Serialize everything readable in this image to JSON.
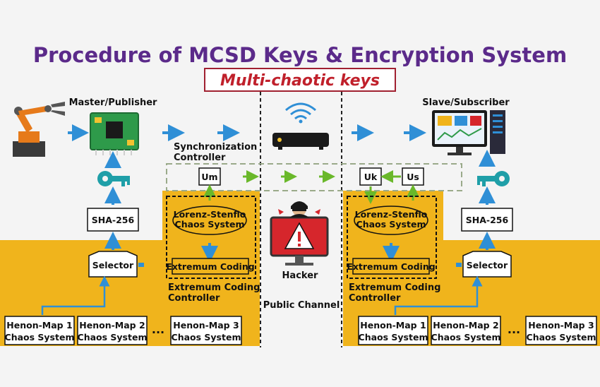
{
  "title": "Procedure of MCSD Keys & Encryption System",
  "subtitle": "Multi-chaotic keys",
  "master": {
    "label": "Master/Publisher",
    "sync_label_1": "Synchronization",
    "sync_label_2": "Controller",
    "um": "Um",
    "sha": "SHA-256",
    "selector": "Selector",
    "lorenz_1": "Lorenz-Stenflo",
    "lorenz_2": "Chaos System",
    "extremum": "Extremum Coding",
    "ext_ctrl_1": "Extremum Coding",
    "ext_ctrl_2": "Controller",
    "henon1_1": "Henon-Map 1",
    "henon1_2": "Chaos System",
    "henon2_1": "Henon-Map 2",
    "henon2_2": "Chaos System",
    "dots": "...",
    "henon3_1": "Henon-Map 3",
    "henon3_2": "Chaos System"
  },
  "slave": {
    "label": "Slave/Subscriber",
    "uk": "Uk",
    "us": "Us",
    "sha": "SHA-256",
    "selector": "Selector",
    "lorenz_1": "Lorenz-Stenflo",
    "lorenz_2": "Chaos System",
    "extremum": "Extremum Coding",
    "ext_ctrl_1": "Extremum Coding",
    "ext_ctrl_2": "Controller",
    "henon1_1": "Henon-Map 1",
    "henon1_2": "Chaos System",
    "henon2_1": "Henon-Map 2",
    "henon2_2": "Chaos System",
    "dots": "...",
    "henon3_1": "Henon-Map 3",
    "henon3_2": "Chaos System"
  },
  "channel": {
    "hacker": "Hacker",
    "public": "Public Channel"
  },
  "colors": {
    "title": "#5b2a8a",
    "subtitle": "#c0202b",
    "gold": "#f0b41c",
    "arrow_blue": "#2f8fd6",
    "arrow_green": "#6ab82a",
    "key_teal": "#1f9fa8"
  }
}
